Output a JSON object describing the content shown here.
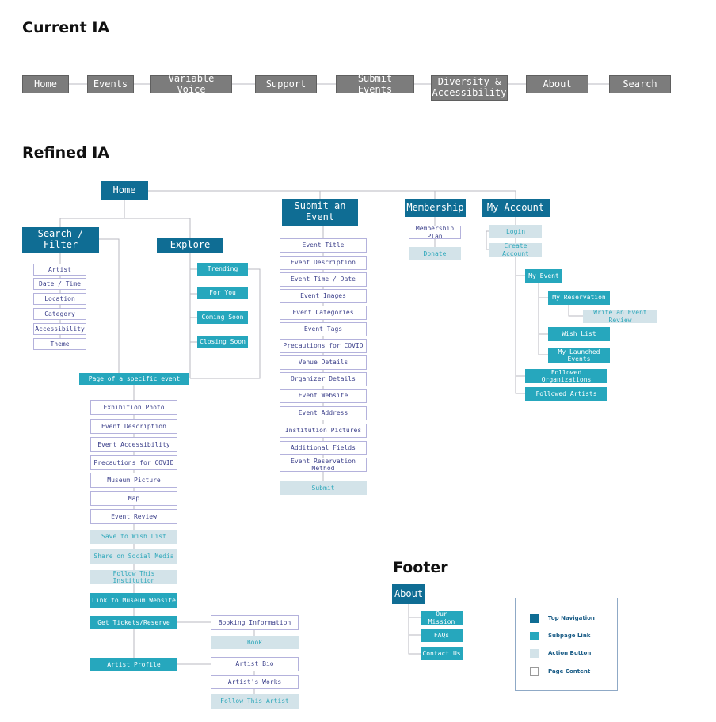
{
  "headings": {
    "current": "Current IA",
    "refined": "Refined IA",
    "footer": "Footer"
  },
  "current_ia": {
    "items": [
      "Home",
      "Events",
      "Variable Voice",
      "Support",
      "Submit Events",
      "Diversity &\nAccessibility",
      "About",
      "Search"
    ]
  },
  "refined_ia": {
    "home": "Home",
    "search_filter": {
      "label": "Search /\nFilter",
      "items": [
        "Artist",
        "Date / Time",
        "Location",
        "Category",
        "Accessibility",
        "Theme"
      ]
    },
    "explore": {
      "label": "Explore",
      "items": [
        "Trending",
        "For You",
        "Coming Soon",
        "Closing Soon"
      ]
    },
    "event_page": {
      "label": "Page of a specific event",
      "content": [
        "Exhibition Photo",
        "Event Description",
        "Event Accessibility",
        "Precautions for COVID",
        "Museum Picture",
        "Map",
        "Event Review"
      ],
      "actions": [
        "Save to Wish List",
        "Share on Social Media",
        "Follow This Institution"
      ],
      "museum_link": "Link to Museum Website",
      "tickets": {
        "label": "Get Tickets/Reserve",
        "content": "Booking Information",
        "action": "Book"
      },
      "artist": {
        "label": "Artist Profile",
        "content": [
          "Artist Bio",
          "Artist's Works"
        ],
        "action": "Follow This Artist"
      }
    },
    "submit": {
      "label": "Submit an\nEvent",
      "items": [
        "Event Title",
        "Event Description",
        "Event Time / Date",
        "Event Images",
        "Event Categories",
        "Event Tags",
        "Precautions for COVID",
        "Venue Details",
        "Organizer Details",
        "Event Website",
        "Event Address",
        "Institution Pictures",
        "Additional Fields",
        "Event Reservation Method"
      ],
      "action": "Submit"
    },
    "membership": {
      "label": "Membership",
      "plan": "Membership Plan",
      "action": "Donate"
    },
    "account": {
      "label": "My Account",
      "login": "Login",
      "create": "Create Account",
      "my_event": "My Event",
      "my_reservation": "My Reservation",
      "write_review": "Write an Event Review",
      "wish_list": "Wish List",
      "launched": "My Launched Events",
      "followed_orgs": "Followed Organizations",
      "followed_artists": "Followed Artists"
    }
  },
  "footer": {
    "label": "About",
    "items": [
      "Our Mission",
      "FAQs",
      "Contact Us"
    ]
  },
  "legend": {
    "items": [
      {
        "kind": "top",
        "label": "Top Navigation"
      },
      {
        "kind": "sub",
        "label": "Subpage Link"
      },
      {
        "kind": "act",
        "label": "Action Button"
      },
      {
        "kind": "pg",
        "label": "Page Content"
      }
    ]
  },
  "colors": {
    "top_navigation": "#0f6d94",
    "subpage_link": "#26a7bd",
    "action_button": "#d3e3e9",
    "page_content": "#ffffff",
    "current_nav": "#7c7c7c",
    "connector": "#b9b9c2"
  }
}
